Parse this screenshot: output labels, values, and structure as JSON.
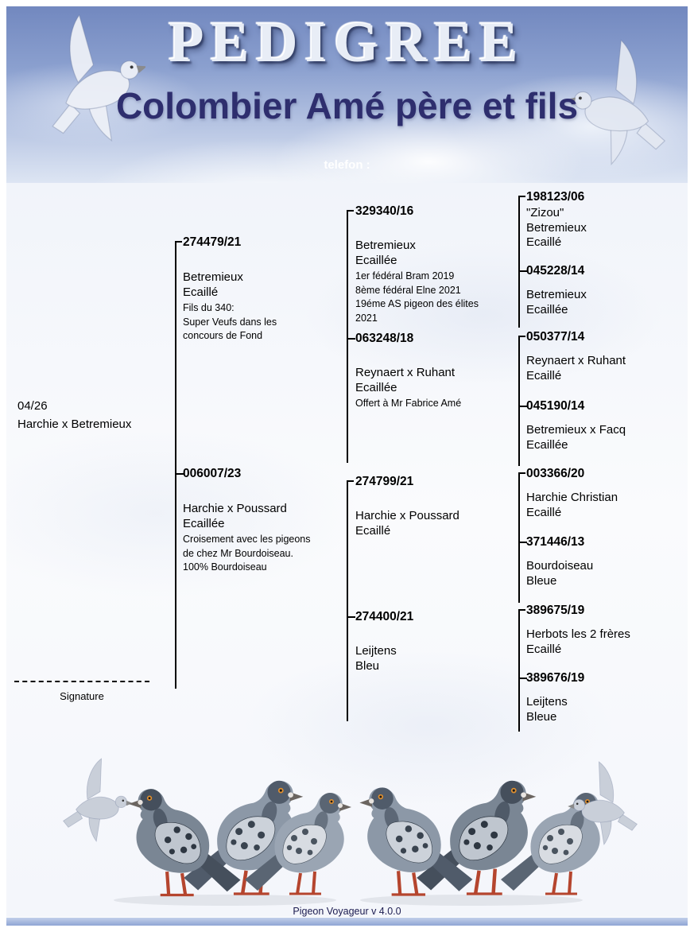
{
  "header": {
    "title": "PEDIGREE",
    "loft_name": "Colombier Amé père et fils",
    "phone_label": "telefon :"
  },
  "subject": {
    "ring": "04/26",
    "name": "Harchie x Betremieux"
  },
  "generation1": [
    {
      "role": "sire",
      "ring": "274479/21",
      "name": "Betremieux\nEcaillé",
      "comment": "Fils du 340:\nSuper Veufs dans les\nconcours de Fond"
    },
    {
      "role": "dam",
      "ring": "006007/23",
      "name": "Harchie x Poussard\nEcaillée",
      "comment": "Croisement avec les pigeons\nde chez Mr Bourdoiseau.\n100% Bourdoiseau"
    }
  ],
  "generation2": [
    {
      "ring": "329340/16",
      "name": "Betremieux\nEcaillée",
      "comment": "1er fédéral Bram 2019\n8ème fédéral Elne 2021\n19éme AS pigeon des élites\n2021"
    },
    {
      "ring": "063248/18",
      "name": "Reynaert x Ruhant\nEcaillée",
      "comment": "Offert à Mr Fabrice Amé"
    },
    {
      "ring": "274799/21",
      "name": "Harchie x Poussard\nEcaillé"
    },
    {
      "ring": "274400/21",
      "name": "Leijtens\nBleu"
    }
  ],
  "generation3": [
    {
      "ring": "198123/06",
      "name": "\"Zizou\"\nBetremieux\nEcaillé"
    },
    {
      "ring": "045228/14",
      "name": "Betremieux\nEcaillée"
    },
    {
      "ring": "050377/14",
      "name": "Reynaert x Ruhant\nEcaillé"
    },
    {
      "ring": "045190/14",
      "name": "Betremieux x Facq\nEcaillée"
    },
    {
      "ring": "003366/20",
      "name": "Harchie Christian\nEcaillé"
    },
    {
      "ring": "371446/13",
      "name": "Bourdoiseau\nBleue"
    },
    {
      "ring": "389675/19",
      "name": "Herbots les 2 frères\nEcaillé"
    },
    {
      "ring": "389676/19",
      "name": "Leijtens\nBleue"
    }
  ],
  "signature_label": "Signature",
  "footer": {
    "app_version": "Pigeon Voyageur v 4.0.0"
  },
  "images": {
    "header_left": "flying-pigeon",
    "header_right": "flying-pigeon",
    "footer_left": "flying-pigeon",
    "footer_right": "flying-pigeon",
    "footer_center": "racing-pigeons-group"
  }
}
